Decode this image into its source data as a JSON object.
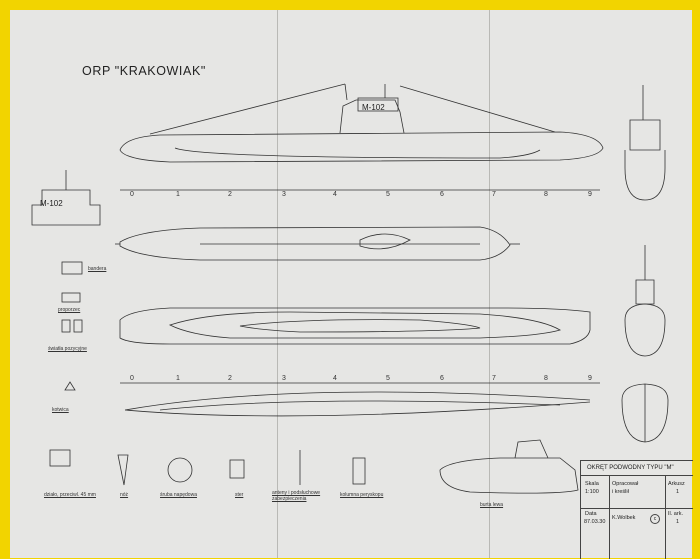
{
  "drawing": {
    "title": "ORP \"KRAKOWIAK\"",
    "hull_number": "M-102",
    "hull_number_small": "M-102",
    "frame_numbers_top": [
      "0",
      "1",
      "2",
      "3",
      "4",
      "5",
      "6",
      "7",
      "8",
      "9"
    ],
    "frame_numbers_bottom": [
      "0",
      "1",
      "2",
      "3",
      "4",
      "5",
      "6",
      "7",
      "8",
      "9"
    ]
  },
  "legend": {
    "bandera": "bandera",
    "proporzec": "proporzec",
    "swiatla": "światła pozycyjne",
    "kotwica": "kotwica",
    "dzialo": "działo, przeciwl. 45 mm",
    "noz": "nóż",
    "sruba": "śruba napędowa",
    "ster": "ster",
    "anteny": "anteny i podsłuchowe zabezpieczenia",
    "kolumna": "kolumna peryskopu",
    "burta": "burta lewa"
  },
  "title_block": {
    "header": "OKRĘT PODWODNY TYPU \"M\"",
    "skala_label": "Skala",
    "skala_value": "1:100",
    "data_label": "Data",
    "data_value": "87.03.30",
    "opracowal": "Opracował",
    "ikreslil": "i kreślił",
    "author": "K.Wolbek",
    "arkusz_label": "Arkusz",
    "arkusz_value": "1",
    "ilark_label": "Il. ark.",
    "ilark_value": "1",
    "copyright": "c"
  },
  "colors": {
    "background": "#f2d400",
    "paper": "#e6e6e4",
    "ink": "#222222"
  }
}
